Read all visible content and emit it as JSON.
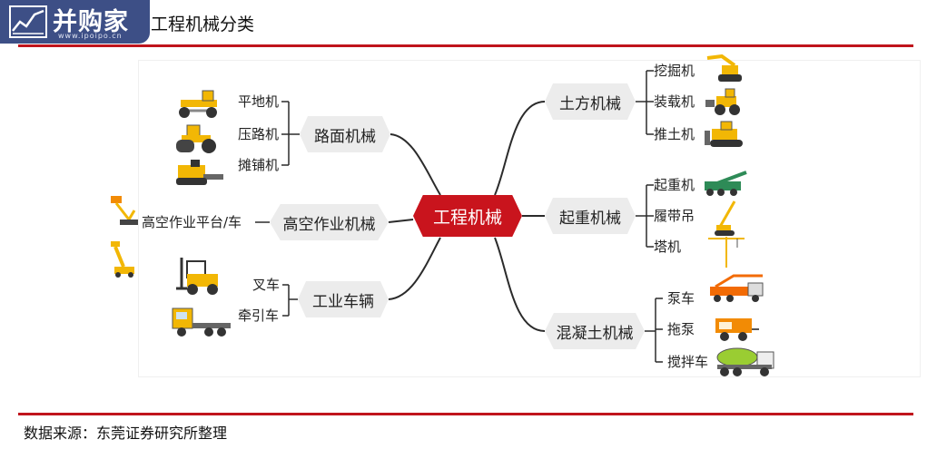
{
  "header": {
    "logo_text": "并购家",
    "logo_url": "www.ipoipo.cn",
    "title": "工程机械分类"
  },
  "source": "数据来源：东莞证券研究所整理",
  "diagram": {
    "center": "工程机械",
    "categories": [
      {
        "label": "路面机械",
        "items": [
          "平地机",
          "压路机",
          "摊铺机"
        ]
      },
      {
        "label": "高空作业机械",
        "items": [
          "高空作业平台/车"
        ]
      },
      {
        "label": "工业车辆",
        "items": [
          "叉车",
          "牵引车"
        ]
      },
      {
        "label": "土方机械",
        "items": [
          "挖掘机",
          "装载机",
          "推土机"
        ]
      },
      {
        "label": "起重机械",
        "items": [
          "起重机",
          "履带吊",
          "塔机"
        ]
      },
      {
        "label": "混凝土机械",
        "items": [
          "泵车",
          "拖泵",
          "搅拌车"
        ]
      }
    ]
  },
  "colors": {
    "accent": "#c9141d",
    "node": "#ececec",
    "logo": "#3d4f86",
    "machine": "#f2b705"
  }
}
